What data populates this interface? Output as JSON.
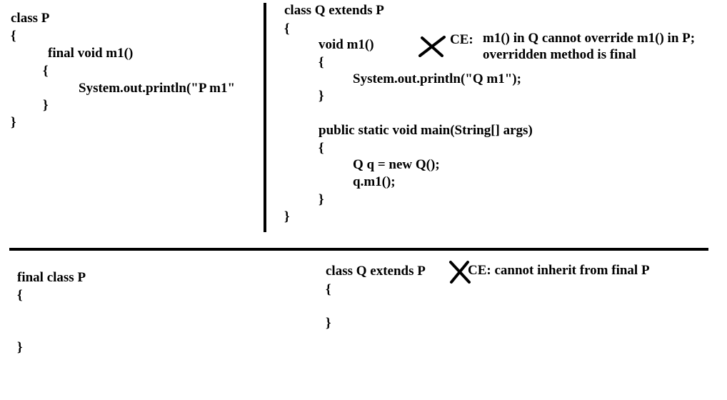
{
  "top_left": {
    "lines": [
      "class P",
      "{",
      "final void m1()",
      "{",
      "System.out.println(\"P m1\"",
      "}",
      "}"
    ]
  },
  "top_right": {
    "lines": [
      "class Q extends P",
      "{",
      "void m1()",
      "{",
      "System.out.println(\"Q m1\");",
      "}",
      "public static void main(String[] args)",
      "{",
      "Q q = new Q();",
      "q.m1();",
      "}",
      "}"
    ],
    "error_prefix": "CE:",
    "error_line1": "m1() in Q cannot override m1() in P;",
    "error_line2": "overridden method is final"
  },
  "bottom_left": {
    "lines": [
      "final class P",
      "{",
      "}"
    ]
  },
  "bottom_right": {
    "lines": [
      "class Q extends P",
      "{",
      "}"
    ],
    "error": "CE: cannot inherit from final P"
  },
  "colors": {
    "ink": "#000000",
    "background": "#ffffff"
  },
  "icons": [
    "cross-mark-icon"
  ]
}
